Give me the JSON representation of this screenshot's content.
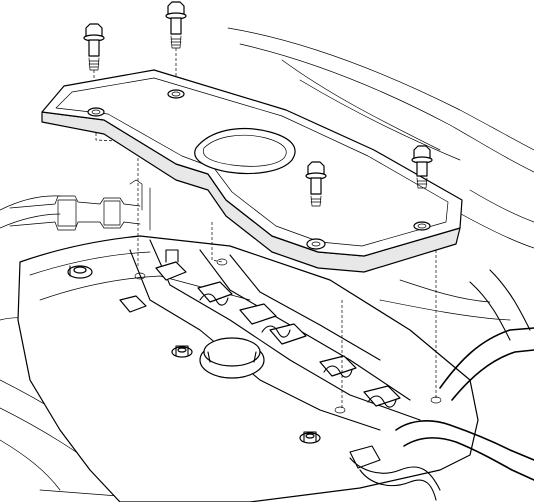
{
  "figure": {
    "kind": "exploded-view line drawing",
    "colors": {
      "line": "#000000",
      "background": "#ffffff",
      "shade": "#e8e8e8"
    },
    "parts": {
      "cover": "engine-cover-plate",
      "bolts": [
        "bolt-1",
        "bolt-2",
        "bolt-3",
        "bolt-4"
      ]
    }
  }
}
